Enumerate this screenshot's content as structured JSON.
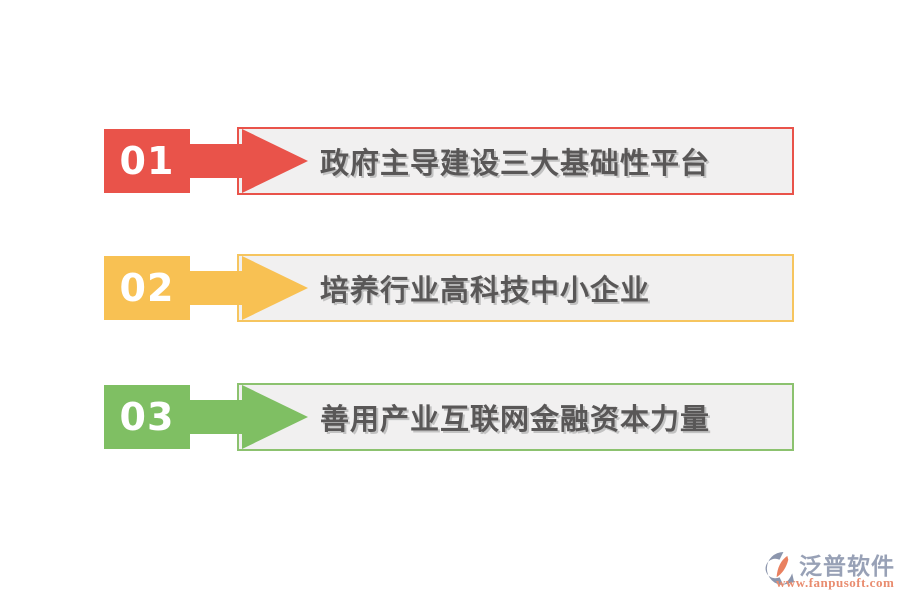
{
  "items": [
    {
      "number": "01",
      "label": "政府主导建设三大基础性平台",
      "color": "#E9534A",
      "border_color": "#E9534A"
    },
    {
      "number": "02",
      "label": "培养行业高科技中小企业",
      "color": "#F8C153",
      "border_color": "#F6C55F"
    },
    {
      "number": "03",
      "label": "善用产业互联网金融资本力量",
      "color": "#7FBF63",
      "border_color": "#8CC26F"
    }
  ],
  "watermark": {
    "brand": "泛普软件",
    "url": "www.fanpusoft.com",
    "brand_color": "#98A1B6",
    "url_color": "#E98C6F",
    "icon": "fanpu-logo-icon"
  },
  "theme": {
    "page_background": "#FFFFFF",
    "box_background": "#F1F0F0",
    "label_color": "#595757"
  }
}
